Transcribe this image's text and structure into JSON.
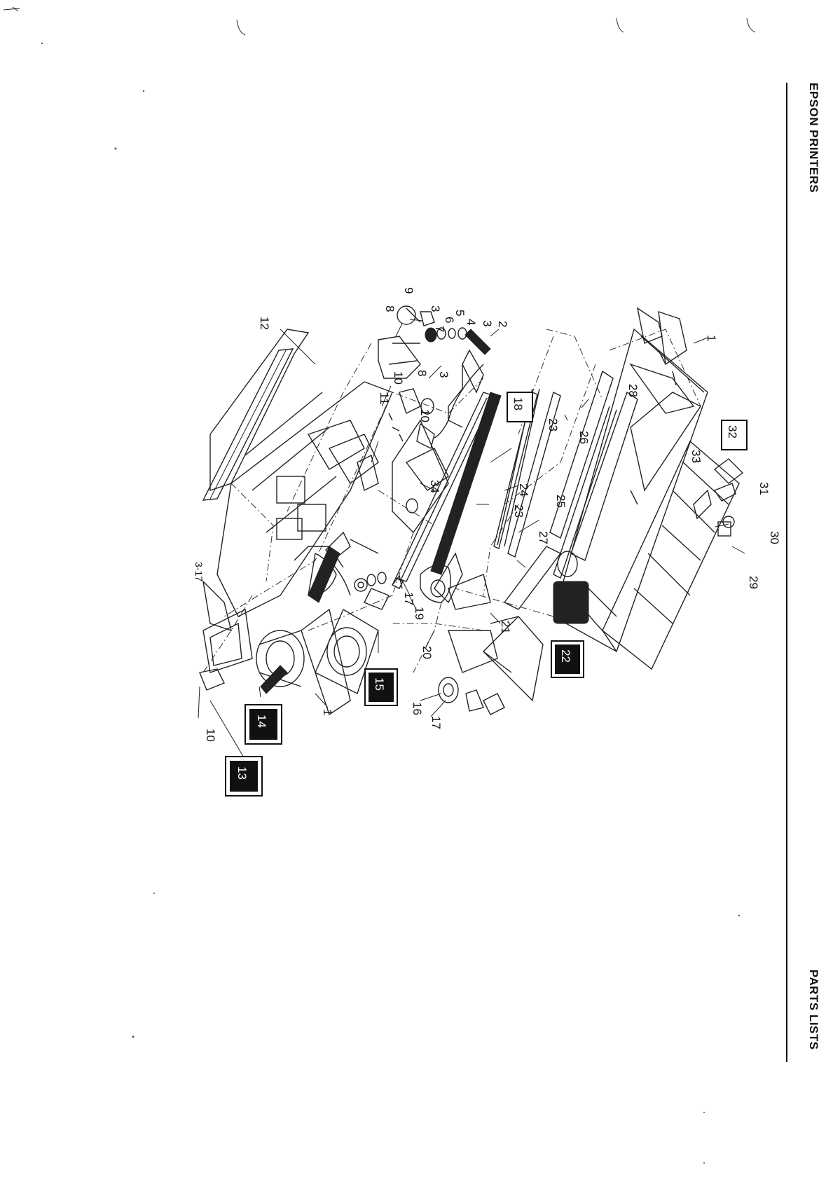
{
  "header": {
    "left_title": "EPSON PRINTERS",
    "right_title": "PARTS LISTS"
  },
  "page_number": "3-17",
  "callouts": [
    {
      "id": "1a",
      "label": "1"
    },
    {
      "id": "2",
      "label": "2"
    },
    {
      "id": "3a",
      "label": "3"
    },
    {
      "id": "4",
      "label": "4"
    },
    {
      "id": "5",
      "label": "5"
    },
    {
      "id": "6",
      "label": "6"
    },
    {
      "id": "7",
      "label": "7"
    },
    {
      "id": "8a",
      "label": "8"
    },
    {
      "id": "9",
      "label": "9"
    },
    {
      "id": "3b",
      "label": "3"
    },
    {
      "id": "8b",
      "label": "8"
    },
    {
      "id": "3c",
      "label": "3"
    },
    {
      "id": "10a",
      "label": "10"
    },
    {
      "id": "10b",
      "label": "10"
    },
    {
      "id": "11",
      "label": "11"
    },
    {
      "id": "12",
      "label": "12"
    },
    {
      "id": "23a",
      "label": "23"
    },
    {
      "id": "26",
      "label": "26"
    },
    {
      "id": "28",
      "label": "28"
    },
    {
      "id": "33",
      "label": "33"
    },
    {
      "id": "31",
      "label": "31"
    },
    {
      "id": "30",
      "label": "30"
    },
    {
      "id": "29",
      "label": "29"
    },
    {
      "id": "25",
      "label": "25"
    },
    {
      "id": "24",
      "label": "24"
    },
    {
      "id": "34",
      "label": "34"
    },
    {
      "id": "23b",
      "label": "23"
    },
    {
      "id": "27",
      "label": "27"
    },
    {
      "id": "17a",
      "label": "17"
    },
    {
      "id": "19",
      "label": "19"
    },
    {
      "id": "21",
      "label": "21"
    },
    {
      "id": "20",
      "label": "20"
    },
    {
      "id": "16",
      "label": "16"
    },
    {
      "id": "17b",
      "label": "17"
    },
    {
      "id": "1b",
      "label": "1"
    },
    {
      "id": "10c",
      "label": "10"
    }
  ],
  "boxed_callouts": [
    {
      "id": "32",
      "label": "32",
      "style": "outline"
    },
    {
      "id": "18",
      "label": "18",
      "style": "outline"
    },
    {
      "id": "22",
      "label": "22",
      "style": "filled"
    },
    {
      "id": "15",
      "label": "15",
      "style": "filled"
    },
    {
      "id": "14",
      "label": "14",
      "style": "filled"
    },
    {
      "id": "13",
      "label": "13",
      "style": "filled"
    }
  ]
}
